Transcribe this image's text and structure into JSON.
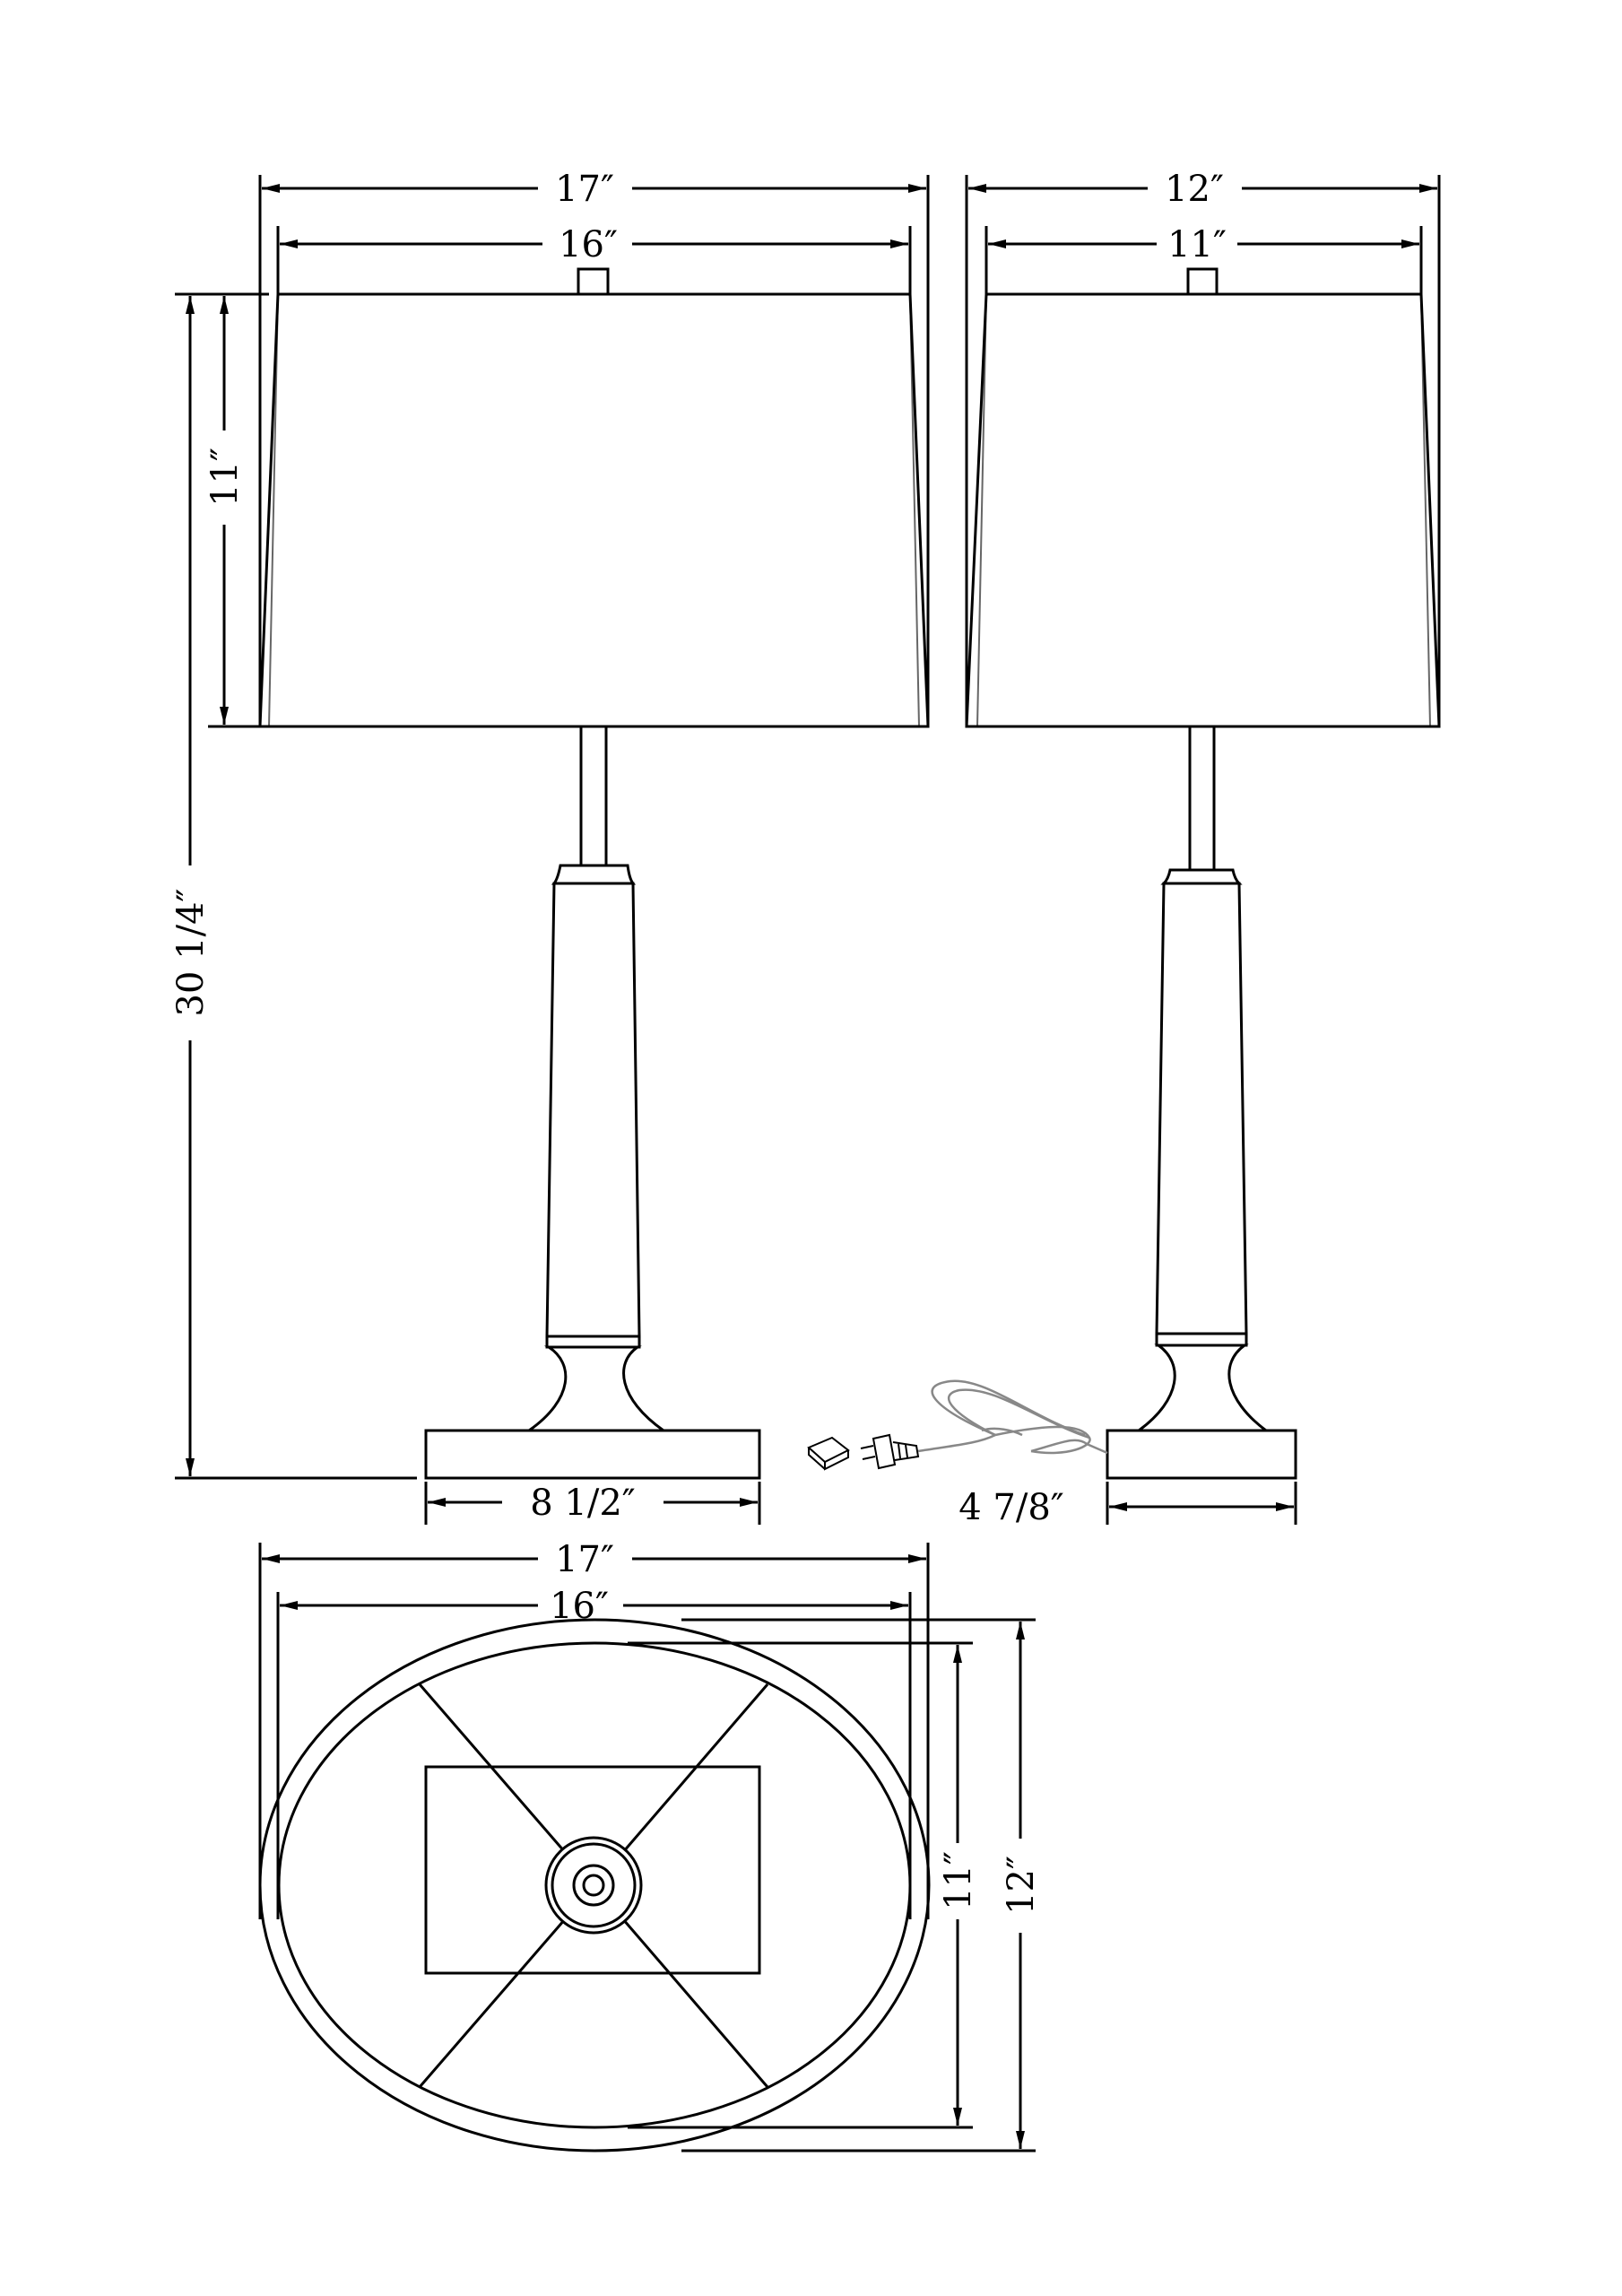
{
  "dimensions": {
    "front_shade_bottom_width": "17″",
    "front_shade_top_width": "16″",
    "side_shade_bottom_width": "12″",
    "side_shade_top_width": "11″",
    "shade_height": "11″",
    "overall_height": "30 1/4″",
    "front_base_width": "8 1/2″",
    "side_base_depth": "4 7/8″",
    "top_outer_width": "17″",
    "top_inner_width": "16″",
    "top_inner_depth": "11″",
    "top_outer_depth": "12″"
  },
  "colors": {
    "line": "#000000",
    "background": "#ffffff",
    "cord": "#888888"
  },
  "icons": [
    "plug-icon",
    "cord-coil-icon",
    "connector-icon"
  ]
}
